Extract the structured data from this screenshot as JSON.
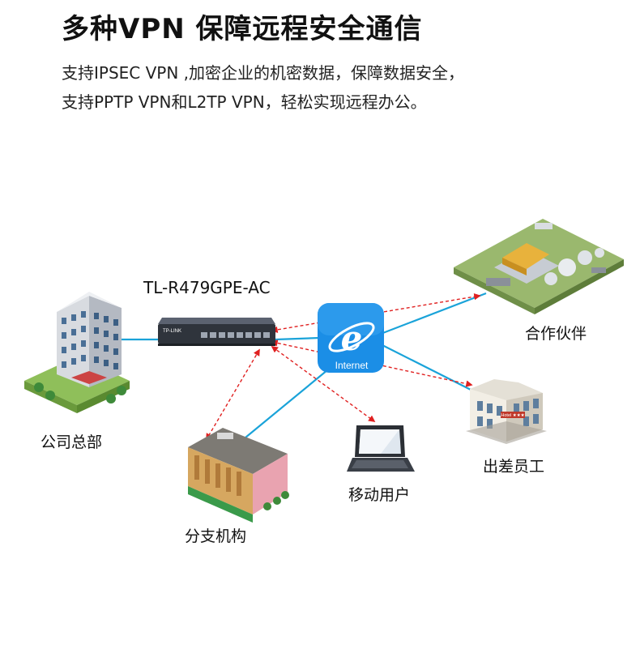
{
  "title": "多种VPN 保障远程安全通信",
  "description": [
    "支持IPSEC VPN ,加密企业的机密数据，保障数据安全，",
    "支持PPTP VPN和L2TP VPN，轻松实现远程办公。"
  ],
  "router": {
    "model_label": "TL-R479GPE-AC",
    "brand_text": "TP-LINK"
  },
  "internet": {
    "label": "Internet"
  },
  "nodes": {
    "headquarters": "公司总部",
    "branch": "分支机构",
    "mobile_user": "移动用户",
    "travel_staff": "出差员工",
    "partner": "合作伙伴"
  },
  "hotel_sign": "Hotel ★★★",
  "colors": {
    "link": "#1aa3d9",
    "vpn_tunnel": "#e02020",
    "internet_tile": "#1b8ee6"
  }
}
